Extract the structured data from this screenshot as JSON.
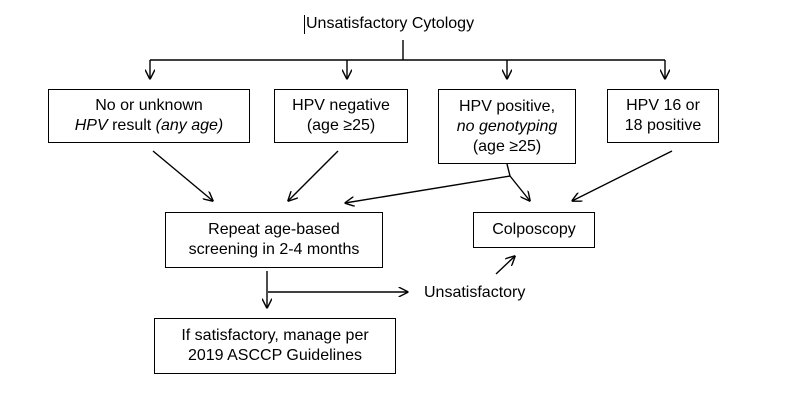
{
  "title": "Unsatisfactory Cytology",
  "nodes": {
    "no_hpv": {
      "line1": "No or unknown",
      "line2_a": "HPV",
      "line2_b": " result ",
      "line2_c": "(any age)"
    },
    "hpv_negative": {
      "line1": "HPV negative",
      "line2": "(age ≥25)"
    },
    "hpv_positive_no_geno": {
      "line1": "HPV positive,",
      "line2": "no genotyping",
      "line3": "(age ≥25)"
    },
    "hpv16_18": {
      "line1": "HPV 16 or",
      "line2": "18 positive"
    },
    "repeat_screening": {
      "line1": "Repeat age-based",
      "line2": "screening in 2-4 months"
    },
    "colposcopy": {
      "line1": "Colposcopy"
    },
    "if_satisfactory": {
      "line1": "If satisfactory, manage per",
      "line2": "2019 ASCCP Guidelines"
    }
  },
  "labels": {
    "unsatisfactory": "Unsatisfactory"
  }
}
